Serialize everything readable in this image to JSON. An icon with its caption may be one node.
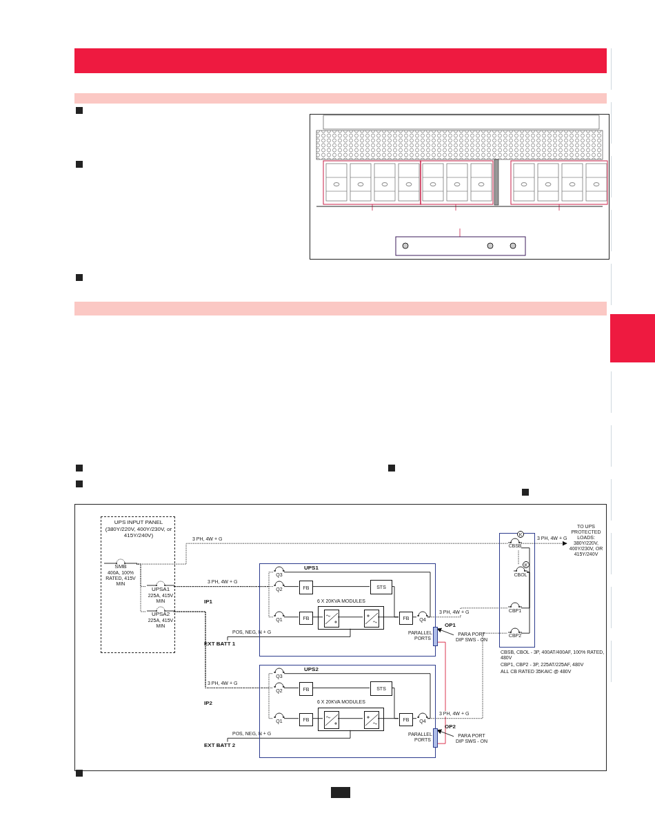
{
  "diagram": {
    "nodes": [
      {
        "text": [
          "UPS INPUT PANEL (380Y/220V, 400Y/230V, or 415Y/240V)"
        ]
      },
      {
        "text": [
          "SMB",
          "400A, 100% RATED, 415V MIN"
        ],
        "in": 0
      },
      {
        "text": [
          "UPSA1",
          "225A, 415V MIN"
        ],
        "in": 0
      },
      {
        "text": [
          "UPSA2",
          "225A, 415V MIN"
        ],
        "in": 0
      },
      {
        "text": [
          "UPS1"
        ]
      },
      {
        "text": [
          "Q3"
        ],
        "in": 4
      },
      {
        "text": [
          "Q2"
        ],
        "in": 4
      },
      {
        "text": [
          "Q1"
        ],
        "in": 4
      },
      {
        "text": [
          "FB"
        ],
        "in": 4
      },
      {
        "text": [
          "FB"
        ],
        "in": 4
      },
      {
        "text": [
          "STS"
        ],
        "in": 4
      },
      {
        "text": [],
        "shape": "box",
        "in": 4,
        "beside": [
          "6 X 20KVA MODULES"
        ]
      },
      {
        "text": [],
        "shape": "box",
        "in": 11
      },
      {
        "text": [],
        "shape": "box",
        "in": 11
      },
      {
        "text": [
          "FB"
        ],
        "in": 4
      },
      {
        "text": [
          "Q4"
        ],
        "in": 4
      },
      {
        "text": [],
        "shape": "bar",
        "in": 4,
        "beside": [
          "PARALLEL PORTS"
        ]
      },
      {
        "text": [
          "UPS2"
        ]
      },
      {
        "text": [
          "Q3"
        ],
        "in": 17
      },
      {
        "text": [
          "Q2"
        ],
        "in": 17
      },
      {
        "text": [
          "Q1"
        ],
        "in": 17
      },
      {
        "text": [
          "FB"
        ],
        "in": 17
      },
      {
        "text": [
          "FB"
        ],
        "in": 17
      },
      {
        "text": [
          "STS"
        ],
        "in": 17
      },
      {
        "text": [],
        "shape": "box",
        "in": 17,
        "beside": [
          "6 X 20KVA MODULES"
        ]
      },
      {
        "text": [],
        "shape": "box",
        "in": 24
      },
      {
        "text": [],
        "shape": "box",
        "in": 24
      },
      {
        "text": [
          "FB"
        ],
        "in": 17
      },
      {
        "text": [
          "Q4"
        ],
        "in": 17
      },
      {
        "text": [],
        "shape": "bar",
        "in": 17,
        "beside": [
          "PARALLEL PORTS"
        ]
      },
      {
        "text": [],
        "shape": "box"
      },
      {
        "text": [
          "CBSB"
        ],
        "in": 30
      },
      {
        "text": [
          "CBOL"
        ],
        "in": 30
      },
      {
        "text": [
          "CBP1"
        ],
        "in": 30
      },
      {
        "text": [
          "CBP2"
        ],
        "in": 30
      },
      {
        "text": [
          "TO UPS PROTECTED LOADS: 380Y/220V, 400Y/230V, OR 415Y/240V"
        ]
      },
      {
        "text": [
          "PARA PORT DIP SWS - ON"
        ]
      },
      {
        "text": [
          "PARA PORT DIP SWS - ON"
        ]
      },
      {
        "text": [
          "EXT BATT 1"
        ]
      },
      {
        "text": [
          "EXT BATT 2"
        ]
      },
      {
        "text": [],
        "shape": "bar"
      },
      {
        "text": [],
        "shape": "bar"
      }
    ],
    "edges": [
      {
        "from": 1,
        "to": 2,
        "arrow": "none",
        "style": "dashed"
      },
      {
        "from": 1,
        "to": 3,
        "arrow": "none",
        "style": "dashed"
      },
      {
        "from": 1,
        "to": 31,
        "arrow": "none",
        "style": "dashed",
        "label": "3 PH, 4W + G"
      },
      {
        "from": 2,
        "to": 5,
        "arrow": "none",
        "style": "dashed"
      },
      {
        "from": 2,
        "to": 6,
        "arrow": "none",
        "style": "dashed",
        "label": "3 PH, 4W + G"
      },
      {
        "from": 2,
        "to": 7,
        "arrow": "none",
        "style": "dashed"
      },
      {
        "from": 5,
        "to": 15,
        "arrow": "none"
      },
      {
        "from": 6,
        "to": 8,
        "arrow": "none"
      },
      {
        "from": 8,
        "to": 10,
        "arrow": "none"
      },
      {
        "from": 10,
        "to": 14,
        "arrow": "none"
      },
      {
        "from": 7,
        "to": 9,
        "arrow": "none"
      },
      {
        "from": 9,
        "to": 12,
        "arrow": "none"
      },
      {
        "from": 12,
        "to": 13,
        "arrow": "none"
      },
      {
        "from": 13,
        "to": 14,
        "arrow": "none"
      },
      {
        "from": 14,
        "to": 15,
        "arrow": "none"
      },
      {
        "from": 15,
        "to": 33,
        "arrow": "none",
        "style": "dashed",
        "label": "3 PH, 4W + G"
      },
      {
        "from": 38,
        "to": 11,
        "arrow": "none",
        "label": "POS, NEG, N + G"
      },
      {
        "from": 36,
        "to": 16,
        "arrow": "to"
      },
      {
        "from": 16,
        "to": 29,
        "arrow": "none",
        "color": "#d71f3c"
      },
      {
        "from": 3,
        "to": 18,
        "arrow": "none",
        "style": "dashed"
      },
      {
        "from": 3,
        "to": 19,
        "arrow": "none",
        "style": "dashed",
        "label": "3 PH, 4W + G"
      },
      {
        "from": 3,
        "to": 20,
        "arrow": "none",
        "style": "dashed"
      },
      {
        "from": 18,
        "to": 28,
        "arrow": "none"
      },
      {
        "from": 19,
        "to": 21,
        "arrow": "none"
      },
      {
        "from": 21,
        "to": 23,
        "arrow": "none"
      },
      {
        "from": 23,
        "to": 27,
        "arrow": "none"
      },
      {
        "from": 20,
        "to": 22,
        "arrow": "none"
      },
      {
        "from": 22,
        "to": 25,
        "arrow": "none"
      },
      {
        "from": 25,
        "to": 26,
        "arrow": "none"
      },
      {
        "from": 26,
        "to": 27,
        "arrow": "none"
      },
      {
        "from": 27,
        "to": 28,
        "arrow": "none"
      },
      {
        "from": 28,
        "to": 34,
        "arrow": "none",
        "style": "dashed",
        "label": "3 PH, 4W + G"
      },
      {
        "from": 39,
        "to": 24,
        "arrow": "none",
        "label": "POS, NEG, N + G"
      },
      {
        "from": 37,
        "to": 29,
        "arrow": "to"
      },
      {
        "from": 31,
        "to": 35,
        "arrow": "to",
        "style": "dashed",
        "label": "3 PH, 4W + G"
      },
      {
        "from": 31,
        "to": 32,
        "arrow": "none",
        "style": "dashed"
      },
      {
        "from": 32,
        "to": 31,
        "arrow": "none"
      },
      {
        "from": 33,
        "to": 32,
        "arrow": "none"
      },
      {
        "from": 34,
        "to": 32,
        "arrow": "none"
      }
    ],
    "labels": [
      "K",
      "K",
      "IP1",
      "OP1",
      "IP2",
      "OP2",
      "CBSB, CBOL - 3P, 400AT/400AF, 100% RATED, 480V",
      "CBP1, CBP2 - 3P, 225AT/225AF, 480V",
      "ALL CB RATED 35KAIC @ 480V"
    ]
  }
}
